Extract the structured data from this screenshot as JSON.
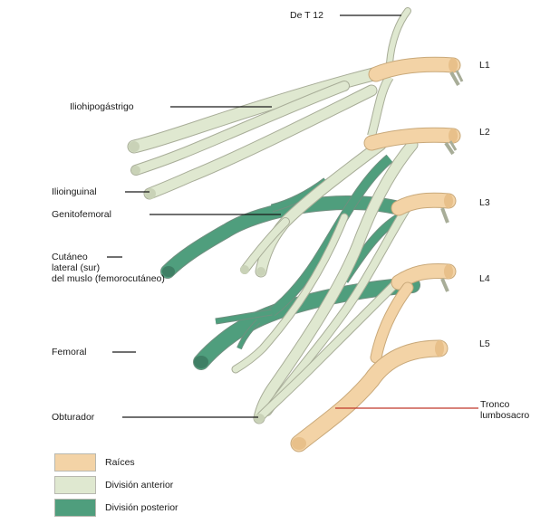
{
  "labels": {
    "t12": "De T 12",
    "l1": "L1",
    "l2": "L2",
    "l3": "L3",
    "l4": "L4",
    "l5": "L5",
    "iliohipogastrico": "Iliohipogástrigo",
    "ilioinguinal": "Ilioinguinal",
    "genitofemoral": "Genitofemoral",
    "cutaneo": [
      "Cutáneo",
      "lateral (sur)",
      "del muslo (femorocutáneo)"
    ],
    "femoral": "Femoral",
    "obturador": "Obturador",
    "tronco": [
      "Tronco",
      "lumbosacro"
    ]
  },
  "legend": [
    {
      "label": "Raíces",
      "color": "#f3d3a6"
    },
    {
      "label": "División anterior",
      "color": "#dfe8d0"
    },
    {
      "label": "División posterior",
      "color": "#4f9e7d"
    }
  ],
  "colors": {
    "root": "#f3d3a6",
    "anterior": "#dfe8d0",
    "posterior": "#4f9e7d",
    "outline": "#8a8a78",
    "leader": "#1a1a1a",
    "tronco_leader": "#c0392b"
  }
}
